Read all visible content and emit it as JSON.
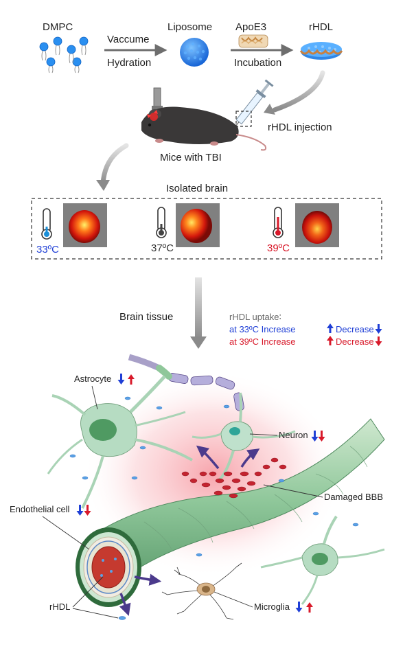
{
  "synthesis": {
    "dmpc": "DMPC",
    "step1_top": "Vaccume",
    "step1_bottom": "Hydration",
    "liposome": "Liposome",
    "apoe3": "ApoE3",
    "step2_bottom": "Incubation",
    "rhdl": "rHDL"
  },
  "injection": {
    "label": "rHDL injection",
    "mice_label": "Mice with TBI"
  },
  "isolated": {
    "title": "Isolated brain",
    "temps": [
      {
        "label": "33ºC",
        "color": "#1f3fd6"
      },
      {
        "label": "37ºC",
        "color": "#333333"
      },
      {
        "label": "39ºC",
        "color": "#d8192a"
      }
    ]
  },
  "tissue": {
    "title": "Brain tissue",
    "uptake_title": "rHDL uptake∶",
    "line_33_prefix": "at 33ºC Increase",
    "line_33_mid": "Decrease",
    "line_39_prefix": "at 39ºC Increase",
    "line_39_mid": "Decrease",
    "color_33": "#1f3fd6",
    "color_39": "#d8192a"
  },
  "cells": {
    "astrocyte": "Astrocyte",
    "neuron": "Neuron",
    "damaged_bbb": "Damaged BBB",
    "endothelial": "Endothelial cell",
    "rhdl": "rHDL",
    "microglia": "Microglia"
  }
}
